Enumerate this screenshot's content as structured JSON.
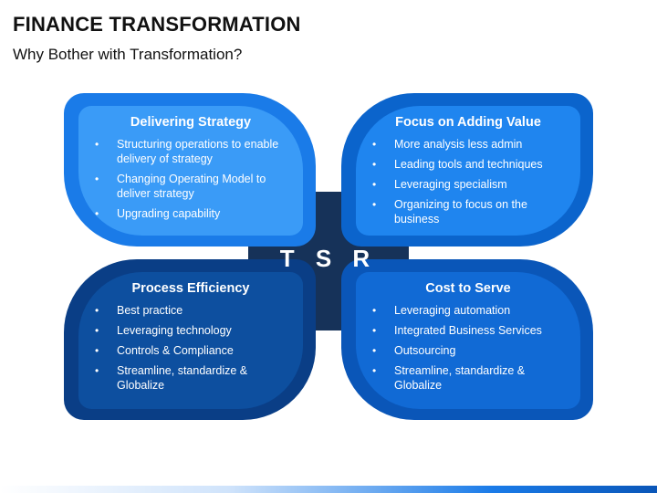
{
  "header": {
    "title": "FINANCE TRANSFORMATION",
    "subtitle": "Why Bother with Transformation?"
  },
  "center": {
    "label": "T S R"
  },
  "quadrants": [
    {
      "title": "Delivering Strategy",
      "items": [
        "Structuring operations to enable delivery of strategy",
        "Changing Operating Model to deliver strategy",
        "Upgrading capability"
      ]
    },
    {
      "title": "Focus on Adding Value",
      "items": [
        "More analysis less admin",
        "Leading tools and techniques",
        "Leveraging specialism",
        "Organizing to focus on the business"
      ]
    },
    {
      "title": "Process Efficiency",
      "items": [
        "Best practice",
        "Leveraging technology",
        "Controls & Compliance",
        "Streamline, standardize & Globalize"
      ]
    },
    {
      "title": "Cost to Serve",
      "items": [
        "Leveraging automation",
        "Integrated Business Services",
        "Outsourcing",
        "Streamline, standardize & Globalize"
      ]
    }
  ]
}
